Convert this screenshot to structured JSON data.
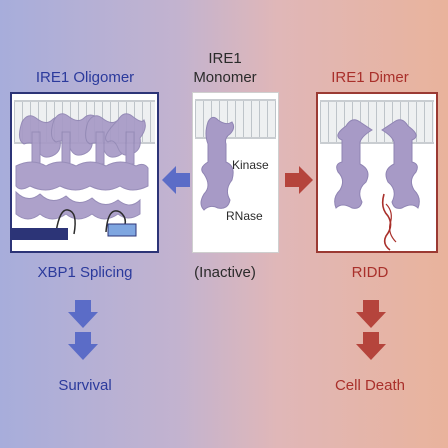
{
  "left": {
    "title": "IRE1 Oligomer",
    "caption": "XBP1 Splicing",
    "outcome": "Survival"
  },
  "center": {
    "title_line1": "IRE1",
    "title_line2": "Monomer",
    "caption": "(Inactive)",
    "kinase_label": "Kinase",
    "rnase_label": "RNase"
  },
  "right": {
    "title": "IRE1 Dimer",
    "caption": "RIDD",
    "outcome": "Cell Death"
  },
  "colors": {
    "blue_text": "#2b3a9c",
    "red_text": "#a9302b",
    "protein": "#a79ac6",
    "blue_arrow": "#5b6cc7",
    "red_arrow": "#b5443c",
    "blue_frame": "#2c3477",
    "red_frame": "#9b3a33"
  }
}
